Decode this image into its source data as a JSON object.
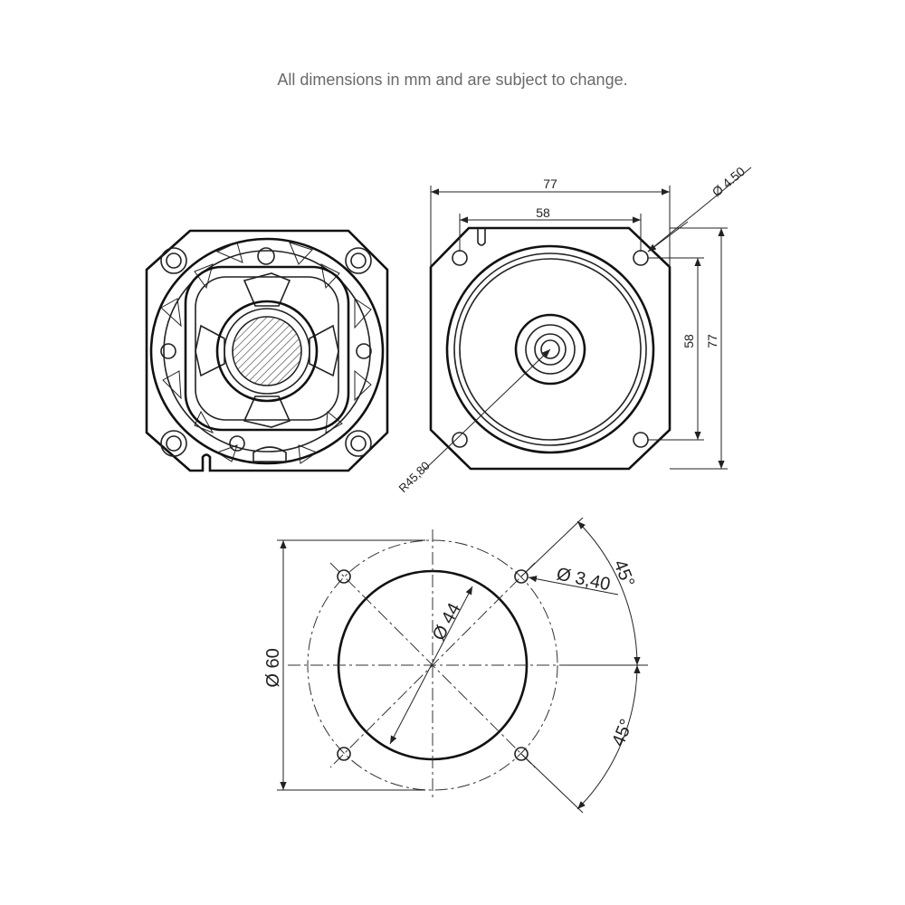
{
  "note": "All dimensions in mm and are subject to change.",
  "front_view": {
    "width_label": "77",
    "hole_pitch_label": "58",
    "hole_diameter_label": "Ø 4.50",
    "radius_label": "R45,80",
    "height_hole_pitch_label": "58",
    "height_label": "77"
  },
  "cutout_view": {
    "outer_diameter_label": "Ø 60",
    "inner_diameter_label": "Ø 44",
    "hole_diameter_label": "Ø 3,40",
    "angle_top_label": "45°",
    "angle_bottom_label": "45°"
  }
}
